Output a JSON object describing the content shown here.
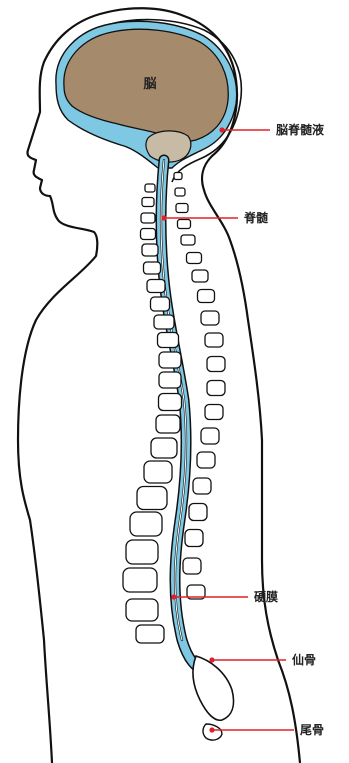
{
  "labels": {
    "brain": "脳",
    "csf": "脳脊髄液",
    "spinal_cord": "脊髄",
    "dura": "硬膜",
    "sacrum": "仙骨",
    "coccyx": "尾骨"
  },
  "colors": {
    "outline": "#111111",
    "brain_fill": "#a58a6b",
    "csf_blue": "#7ec8e3",
    "pointer_red": "#e0202a",
    "label_text": "#222222"
  }
}
